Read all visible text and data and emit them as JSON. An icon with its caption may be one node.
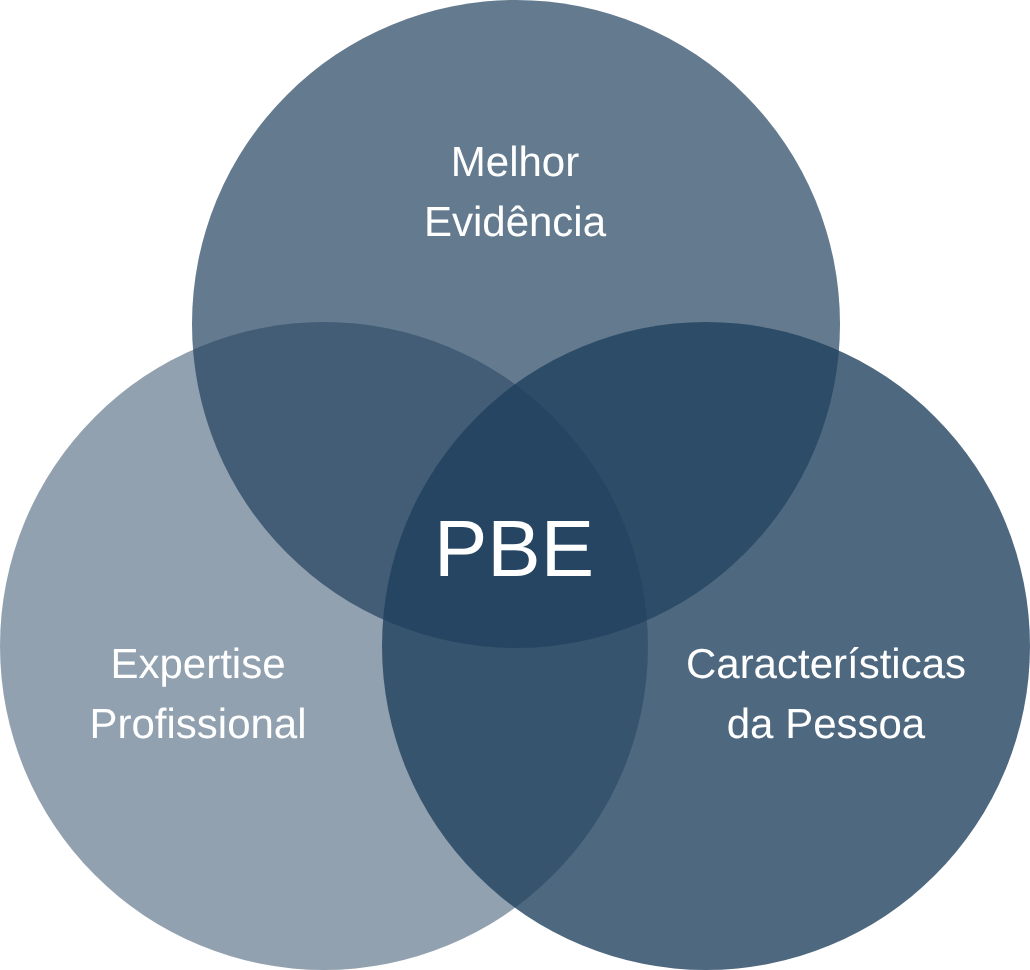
{
  "diagram": {
    "nodes": [
      {
        "text": [
          "Melhor Evidência"
        ]
      },
      {
        "text": [
          "Expertise Profissional"
        ]
      },
      {
        "text": [
          "Características da Pessoa"
        ]
      }
    ],
    "labels": [
      "PBE"
    ]
  }
}
